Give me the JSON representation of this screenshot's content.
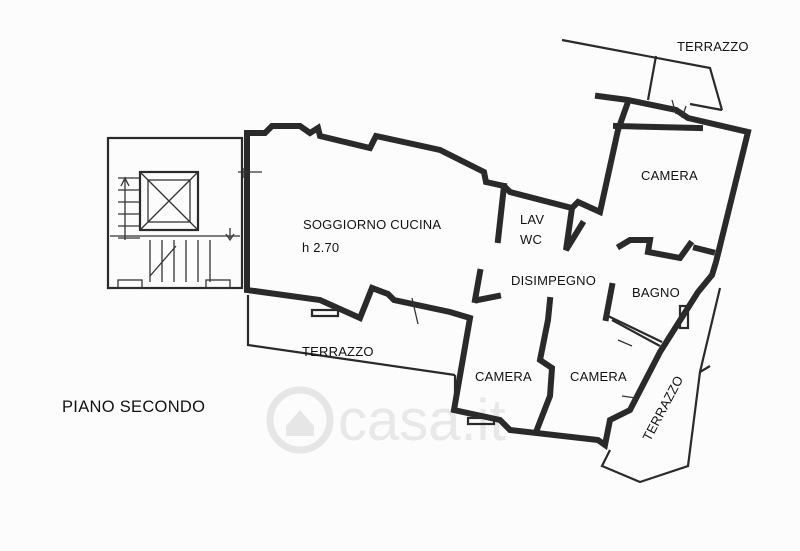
{
  "floor_title": "PIANO SECONDO",
  "rooms": {
    "living": "SOGGIORNO CUCINA",
    "ceiling_height": "h 2.70",
    "laundry": "LAV",
    "wc": "WC",
    "hallway": "DISIMPEGNO",
    "bathroom": "BAGNO",
    "bedroom_top_right": "CAMERA",
    "bedroom_left": "CAMERA",
    "bedroom_right": "CAMERA"
  },
  "terraces": {
    "top": "TERRAZZO",
    "south": "TERRAZZO",
    "east": "TERRAZZO"
  },
  "watermark": "casa.it"
}
